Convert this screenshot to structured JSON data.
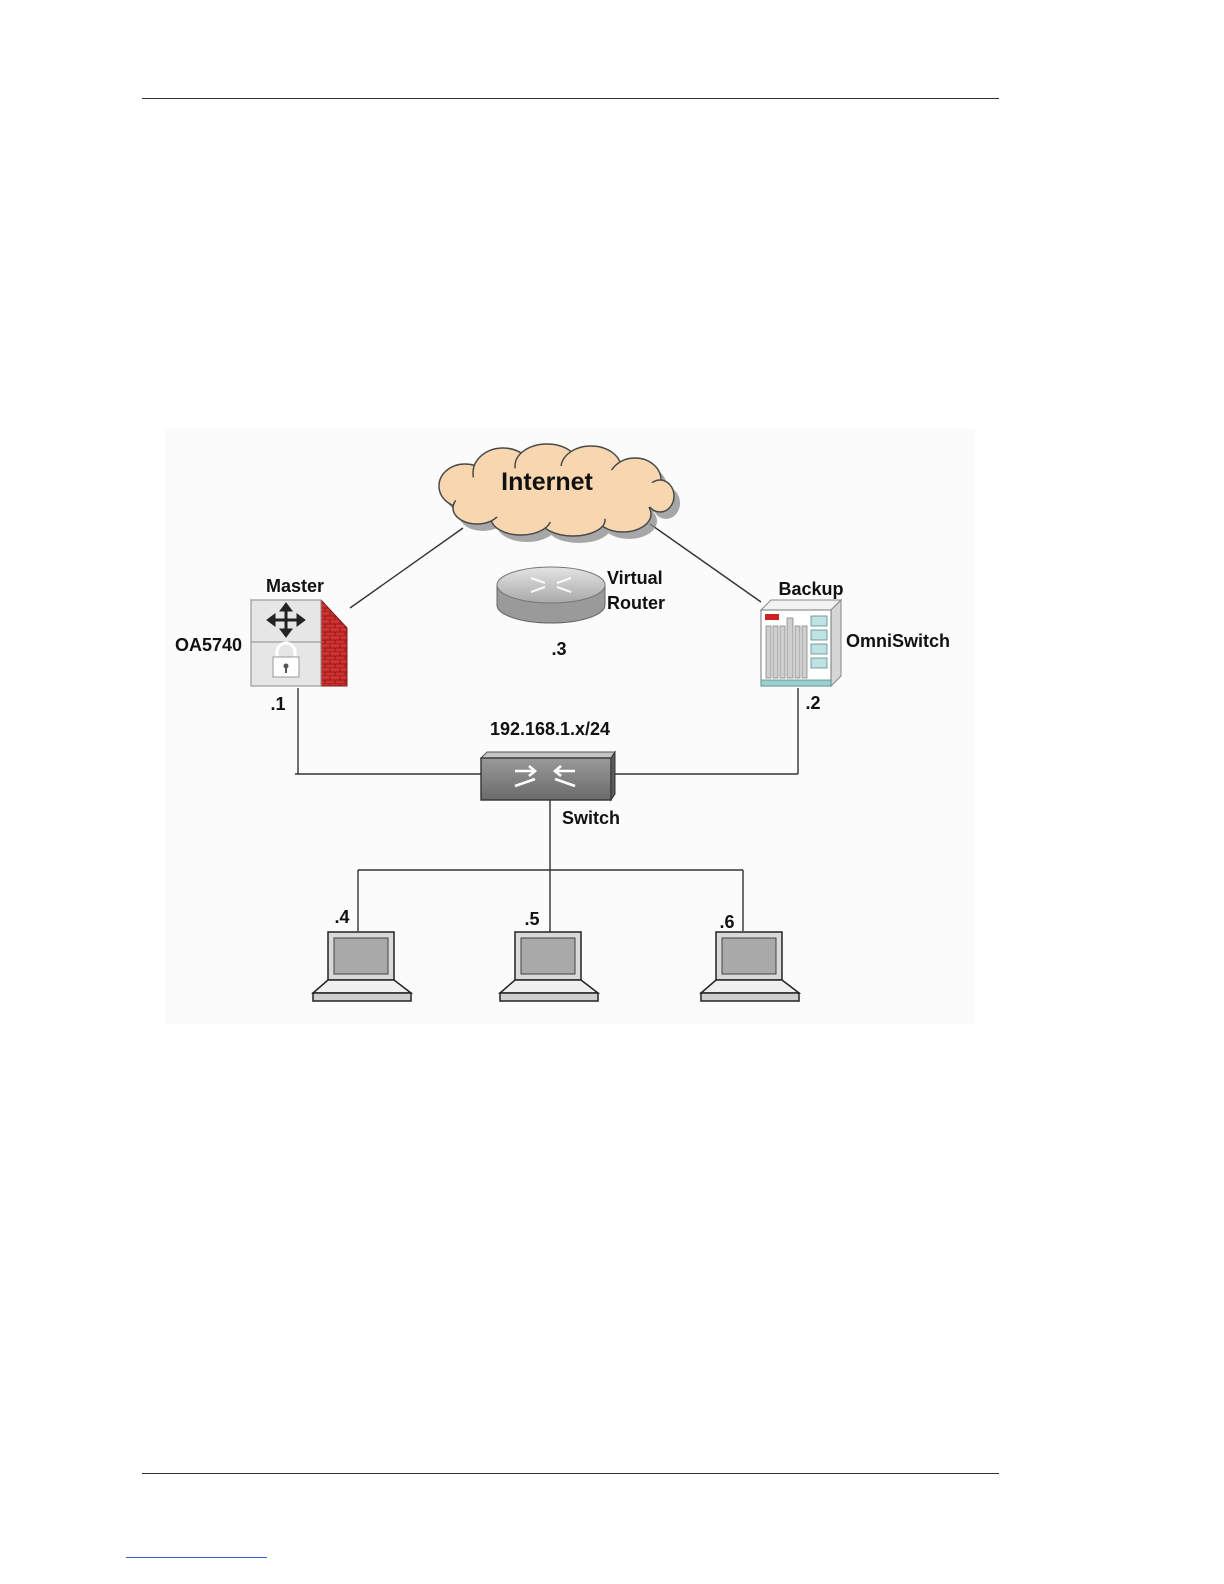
{
  "diagram": {
    "cloud_label": "Internet",
    "master": {
      "role": "Master",
      "name": "OA5740",
      "address": ".1"
    },
    "virtual_router": {
      "line1": "Virtual",
      "line2": "Router",
      "address": ".3"
    },
    "backup": {
      "role": "Backup",
      "name": "OmniSwitch",
      "address": ".2"
    },
    "subnet": "192.168.1.x/24",
    "switch_label": "Switch",
    "hosts": [
      {
        "address": ".4"
      },
      {
        "address": ".5"
      },
      {
        "address": ".6"
      }
    ]
  }
}
